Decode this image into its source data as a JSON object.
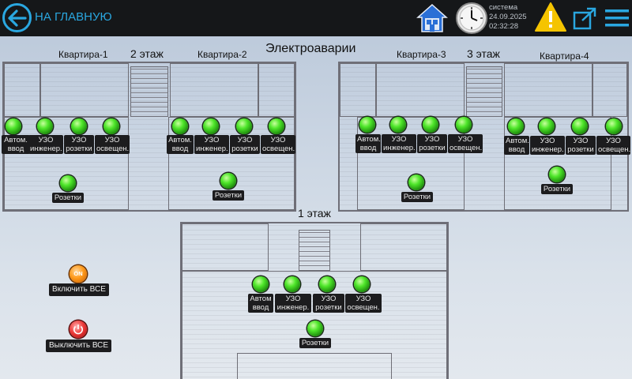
{
  "header": {
    "back_label": "НА ГЛАВНУЮ",
    "system_label": "система",
    "date": "24.09.2025",
    "time": "02:32:28"
  },
  "page_title": "Электроаварии",
  "floors": {
    "floor2": "2 этаж",
    "floor3": "3 этаж",
    "floor1": "1 этаж"
  },
  "apartments": [
    {
      "title": "Квартира-1",
      "indicators": [
        {
          "line1": "Автом.",
          "line2": "ввод"
        },
        {
          "line1": "УЗО",
          "line2": "инженер."
        },
        {
          "line1": "УЗО",
          "line2": "розетки"
        },
        {
          "line1": "УЗО",
          "line2": "освещен."
        }
      ],
      "outlet": "Розетки"
    },
    {
      "title": "Квартира-2",
      "indicators": [
        {
          "line1": "Автом.",
          "line2": "ввод"
        },
        {
          "line1": "УЗО",
          "line2": "инженер."
        },
        {
          "line1": "УЗО",
          "line2": "розетки"
        },
        {
          "line1": "УЗО",
          "line2": "освещен."
        }
      ],
      "outlet": "Розетки"
    },
    {
      "title": "Квартира-3",
      "indicators": [
        {
          "line1": "Автом.",
          "line2": "ввод"
        },
        {
          "line1": "УЗО",
          "line2": "инженер."
        },
        {
          "line1": "УЗО",
          "line2": "розетки"
        },
        {
          "line1": "УЗО",
          "line2": "освещен."
        }
      ],
      "outlet": "Розетки"
    },
    {
      "title": "Квартира-4",
      "indicators": [
        {
          "line1": "Автом.",
          "line2": "ввод"
        },
        {
          "line1": "УЗО",
          "line2": "инженер."
        },
        {
          "line1": "УЗО",
          "line2": "розетки"
        },
        {
          "line1": "УЗО",
          "line2": "освещен."
        }
      ],
      "outlet": "Розетки"
    }
  ],
  "floor1_panel": {
    "indicators": [
      {
        "line1": "Автом",
        "line2": "ввод"
      },
      {
        "line1": "УЗО",
        "line2": "инженер."
      },
      {
        "line1": "УЗО",
        "line2": "розетки"
      },
      {
        "line1": "УЗО",
        "line2": "освещен."
      }
    ],
    "outlet": "Розетки"
  },
  "controls": {
    "on_icon_text": "ON",
    "on_label": "Включить ВСЕ",
    "off_label": "Выключить ВСЕ"
  },
  "colors": {
    "accent": "#2aa7e0",
    "indicator_ok": "#3cd61e",
    "on_button": "#ff9a1a",
    "off_button": "#ee3b3b",
    "warning": "#f5c400"
  }
}
